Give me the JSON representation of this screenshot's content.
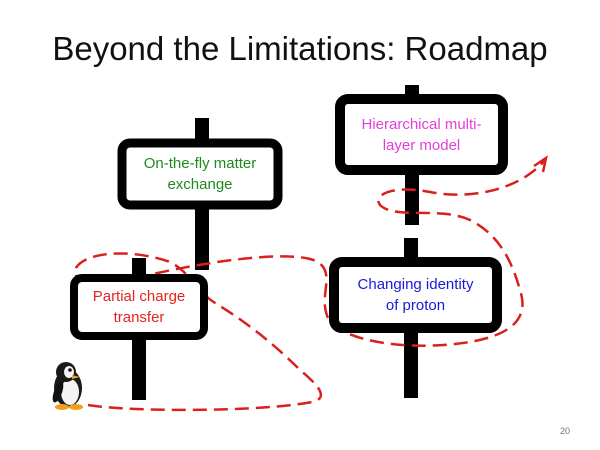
{
  "slide": {
    "title": "Beyond the Limitations: Roadmap",
    "page_number": "20"
  },
  "signs": {
    "partial_charge": {
      "text": "Partial charge\ntransfer",
      "color": "#e8231f"
    },
    "matter_exchange": {
      "text": "On-the-fly matter\nexchange",
      "color": "#1e8a1e"
    },
    "changing_identity": {
      "text": "Changing identity\nof proton",
      "color": "#1a1ad6"
    },
    "hierarchical": {
      "text": "Hierarchical multi-\nlayer model",
      "color": "#e23fd8"
    }
  },
  "colors": {
    "sign_border": "#000000",
    "path": "#d9201c"
  },
  "icons": {
    "start": "penguin-icon"
  }
}
